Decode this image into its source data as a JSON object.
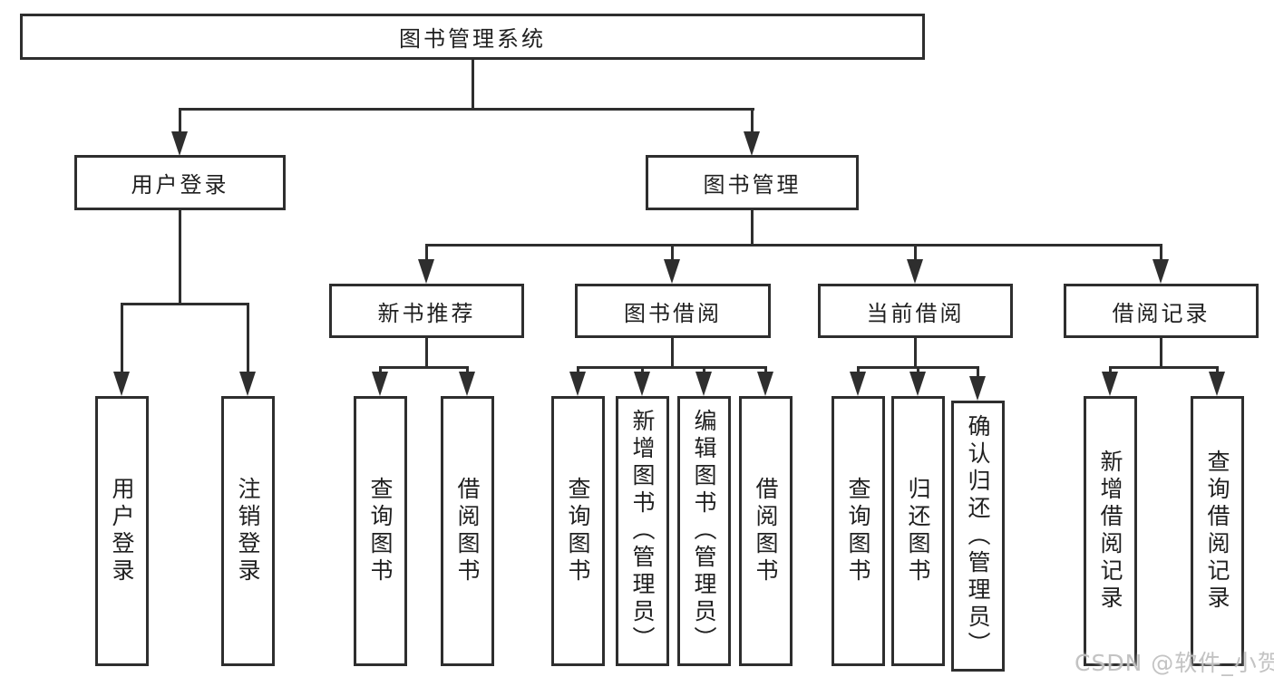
{
  "diagram": {
    "title": "图书管理系统",
    "root": {
      "label": "图书管理系统"
    },
    "level2": [
      {
        "label": "用户登录"
      },
      {
        "label": "图书管理"
      }
    ],
    "level3": [
      {
        "label": "新书推荐"
      },
      {
        "label": "图书借阅"
      },
      {
        "label": "当前借阅"
      },
      {
        "label": "借阅记录"
      }
    ],
    "leaves": {
      "user_login": [
        "用户登录",
        "注销登录"
      ],
      "new_book_rec": [
        "查询图书",
        "借阅图书"
      ],
      "book_borrow": [
        "查询图书",
        "新增图书（管理员）",
        "编辑图书（管理员）",
        "借阅图书"
      ],
      "current_borrow": [
        "查询图书",
        "归还图书",
        "确认归还（管理员）"
      ],
      "borrow_records": [
        "新增借阅记录",
        "查询借阅记录"
      ]
    }
  },
  "watermark": "CSDN @软件_小贺同学",
  "colors": {
    "line": "#2e2e2e",
    "text": "#1f1f1f",
    "background": "#ffffff",
    "watermark": "#c0c0c0"
  }
}
